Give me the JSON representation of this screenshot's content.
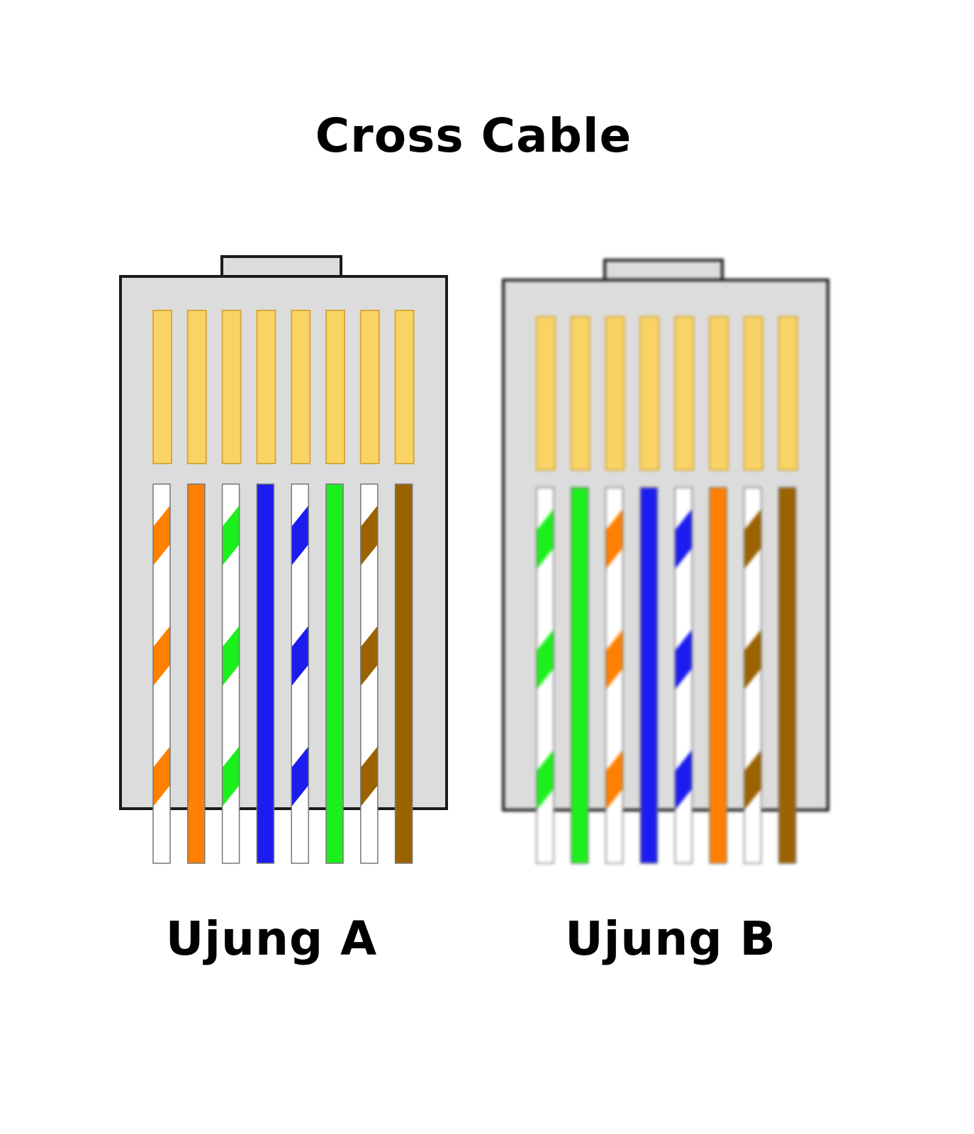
{
  "title": "Cross Cable",
  "colors": {
    "body": "#dcdcdc",
    "outline": "#1a1a1a",
    "pin": "#f9d465",
    "pin_edge": "#d6a93c",
    "orange": "#ff8000",
    "green": "#1cf01c",
    "blue": "#1c1cf0",
    "brown": "#9b6200",
    "white": "#ffffff"
  },
  "connectors": [
    {
      "id": "a",
      "label": "Ujung A",
      "wires": [
        {
          "color": "orange",
          "striped": true
        },
        {
          "color": "orange",
          "striped": false
        },
        {
          "color": "green",
          "striped": true
        },
        {
          "color": "blue",
          "striped": false
        },
        {
          "color": "blue",
          "striped": true
        },
        {
          "color": "green",
          "striped": false
        },
        {
          "color": "brown",
          "striped": true
        },
        {
          "color": "brown",
          "striped": false
        }
      ]
    },
    {
      "id": "b",
      "label": "Ujung B",
      "wires": [
        {
          "color": "green",
          "striped": true
        },
        {
          "color": "green",
          "striped": false
        },
        {
          "color": "orange",
          "striped": true
        },
        {
          "color": "blue",
          "striped": false
        },
        {
          "color": "blue",
          "striped": true
        },
        {
          "color": "orange",
          "striped": false
        },
        {
          "color": "brown",
          "striped": true
        },
        {
          "color": "brown",
          "striped": false
        }
      ]
    }
  ]
}
